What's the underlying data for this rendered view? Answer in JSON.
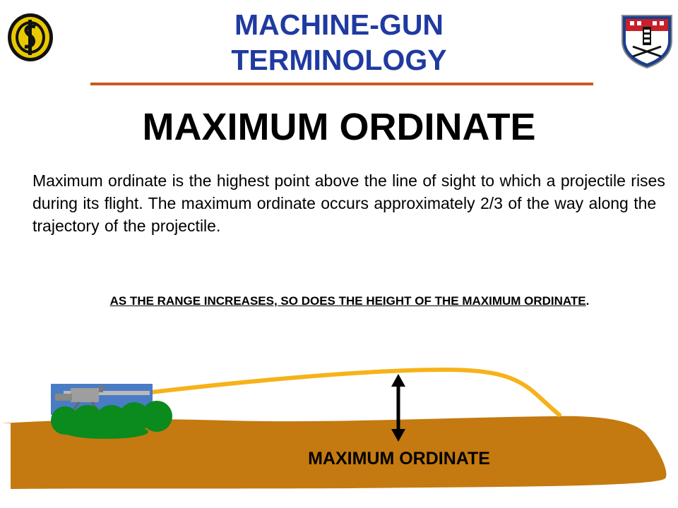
{
  "header": {
    "title_line1": "MACHINE-GUN",
    "title_line2": "TERMINOLOGY",
    "left_logo_icon": "oc-circle-logo-icon",
    "right_logo_icon": "branch-shield-crest-icon"
  },
  "slide": {
    "title": "MAXIMUM ORDINATE",
    "body": "Maximum ordinate is the highest point above the line of sight to which a projectile rises during its flight. The maximum ordinate occurs approximately 2/3 of the way along the trajectory of the projectile.",
    "emphasis_underlined": "AS THE RANGE INCREASES, SO DOES THE HEIGHT OF THE MAXIMUM ORDINATE",
    "emphasis_tail": "."
  },
  "diagram": {
    "label": "MAXIMUM ORDINATE",
    "icons": [
      "machine-gun-position-icon",
      "double-arrow-icon",
      "trajectory-curve",
      "terrain"
    ],
    "colors": {
      "terrain": "#c47a10",
      "trajectory": "#f7b21a",
      "sandbags": "#0b8a1e",
      "weapon_panel": "#4a7cc6",
      "arrow": "#000000",
      "header_text": "#1f3aa0",
      "header_rule": "#c85a1e"
    }
  }
}
